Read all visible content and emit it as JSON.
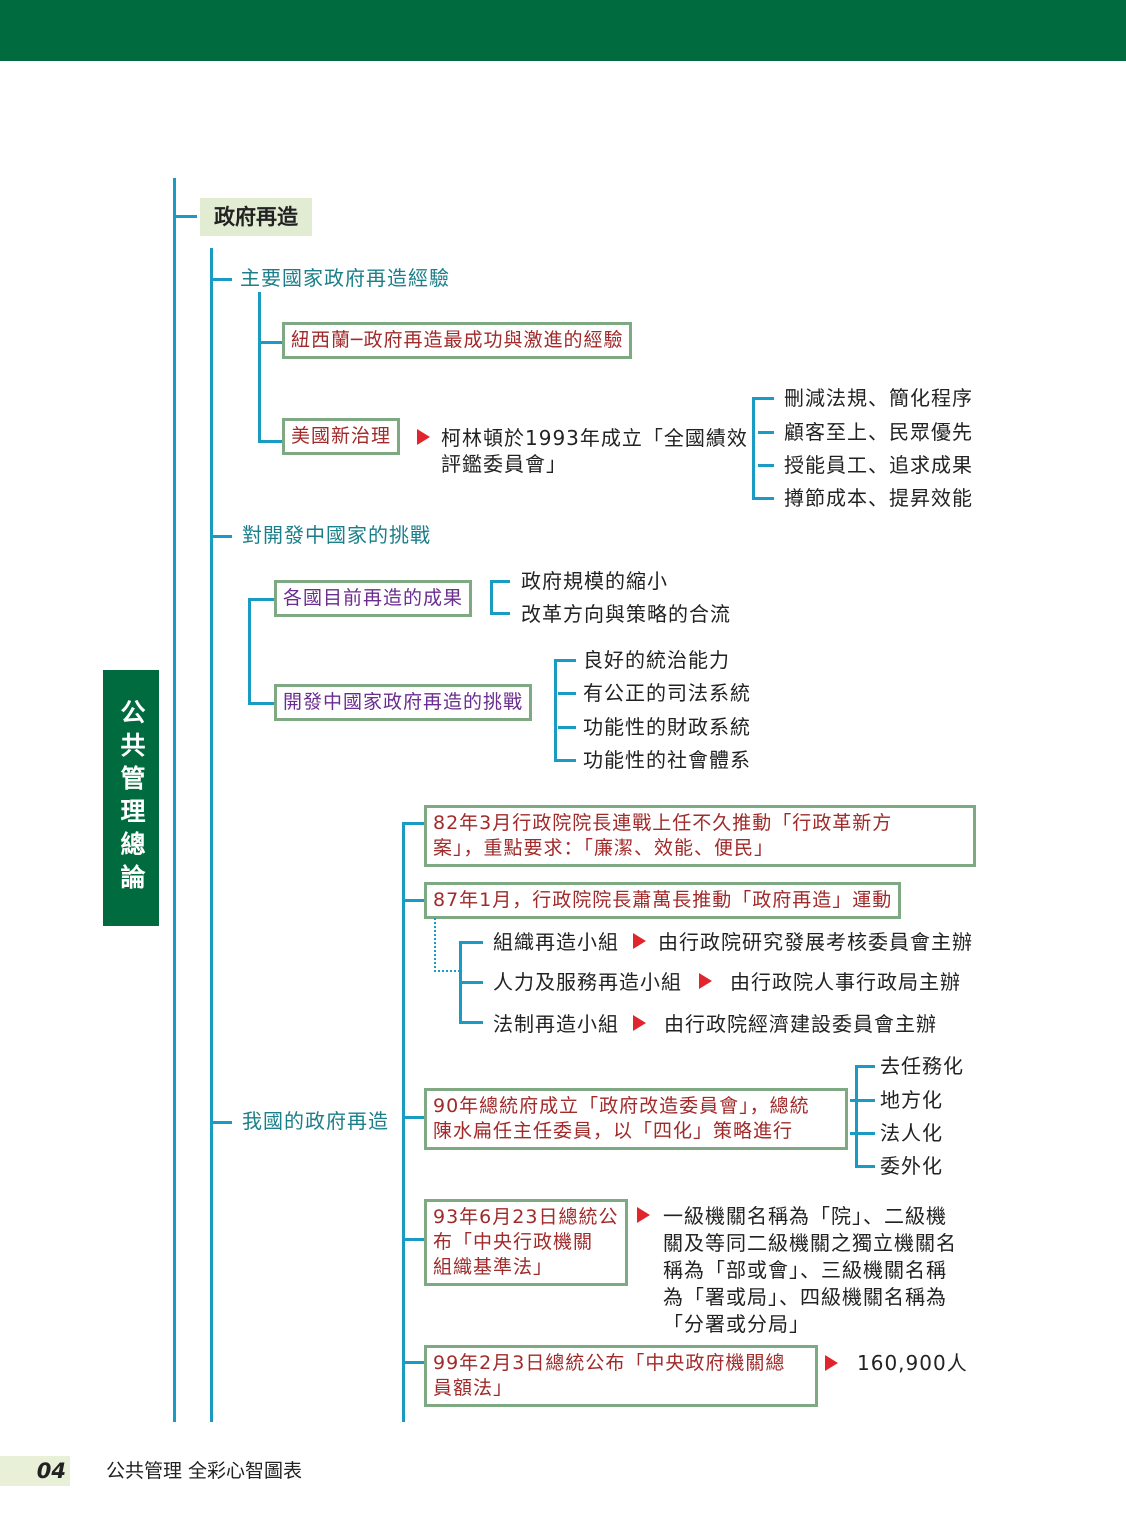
{
  "header": {
    "bar_color": "#006b3e"
  },
  "sidebar": {
    "title": "公共管理總論"
  },
  "root": {
    "label": "政府再造"
  },
  "sections": {
    "major": {
      "label": "主要國家政府再造經驗",
      "nz": "紐西蘭─政府再造最成功與激進的經驗",
      "us": "美國新治理",
      "us_detail_1": "柯林頓於1993年成立「全國績效",
      "us_detail_2": "評鑑委員會」",
      "us_points": [
        "刪減法規、簡化程序",
        "顧客至上、民眾優先",
        "授能員工、追求成果",
        "撙節成本、提昇效能"
      ]
    },
    "developing": {
      "label": "對開發中國家的挑戰",
      "results": "各國目前再造的成果",
      "results_points": [
        "政府規模的縮小",
        "改革方向與策略的合流"
      ],
      "challenge": "開發中國家政府再造的挑戰",
      "challenge_points": [
        "良好的統治能力",
        "有公正的司法系統",
        "功能性的財政系統",
        "功能性的社會體系"
      ]
    },
    "taiwan": {
      "label": "我國的政府再造",
      "item1_l1": "82年3月行政院院長連戰上任不久推動「行政革新方",
      "item1_l2": "案」，重點要求：「廉潔、效能、便民」",
      "item2": "87年1月，行政院院長蕭萬長推動「政府再造」運動",
      "groups": [
        {
          "name": "組織再造小組",
          "detail": "由行政院研究發展考核委員會主辦"
        },
        {
          "name": "人力及服務再造小組",
          "detail": "由行政院人事行政局主辦"
        },
        {
          "name": "法制再造小組",
          "detail": "由行政院經濟建設委員會主辦"
        }
      ],
      "item3_l1": "90年總統府成立「政府改造委員會」，總統",
      "item3_l2": "陳水扁任主任委員，以「四化」策略進行",
      "four": [
        "去任務化",
        "地方化",
        "法人化",
        "委外化"
      ],
      "item4_l1": "93年6月23日總統公",
      "item4_l2": "布「中央行政機關",
      "item4_l3": "組織基準法」",
      "item4_detail": [
        "一級機關名稱為「院」、二級機",
        "關及等同二級機關之獨立機關名",
        "稱為「部或會」、三級機關名稱",
        "為「署或局」、四級機關名稱為",
        "「分署或分局」"
      ],
      "item5_l1": "99年2月3日總統公布「中央政府機關總",
      "item5_l2": "員額法」",
      "item5_detail": "160,900人"
    }
  },
  "footer": {
    "page": "04",
    "title": "公共管理 全彩心智圖表"
  }
}
